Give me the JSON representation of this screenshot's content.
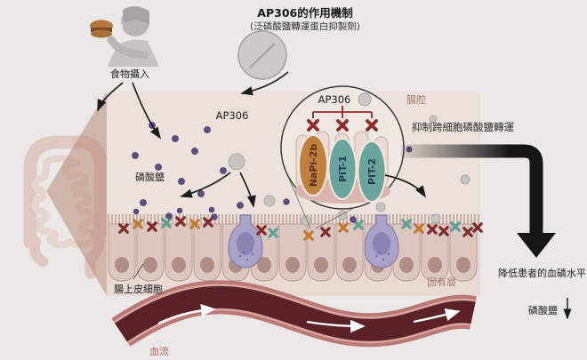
{
  "header": {
    "title": "AP306的作用機制",
    "subtitle": "(泛磷酸鹽轉運蛋白抑製劑)"
  },
  "labels": {
    "food_intake": "食物攝入",
    "ap306_free": "AP306",
    "phosphate": "磷酸鹽",
    "lumen": "腸腔",
    "inhibit_transport": "抑制跨細胞磷酸鹽轉運",
    "epithelial_cell": "腸上皮細胞",
    "lamina_propria": "固有層",
    "blood_flow": "血流",
    "lower_phosphorus": "降低患者的血磷水平",
    "phosphate_down": "磷酸鹽"
  },
  "inset": {
    "drug": "AP306",
    "transporters": [
      {
        "name": "NaPi-2b",
        "color": "#bf8040",
        "text_color": "#5c2f14"
      },
      {
        "name": "PiT-1",
        "color": "#6ba49c",
        "text_color": "#1f3d50"
      },
      {
        "name": "PiT-2",
        "color": "#6ba49c",
        "text_color": "#1f3d50"
      }
    ]
  },
  "colors": {
    "background": "#eae9e7",
    "panel": "#ece2db",
    "magnifier_cone": "#b98a78",
    "inhibit_maroon": "#8e2b2b",
    "napi_orange": "#bf8040",
    "pit_teal": "#6ba49c",
    "vessel_wall": "#b97873",
    "vessel_blood": "#5a2127",
    "tissue_label": "#a97c72",
    "blood_label": "#b2655e",
    "phosphate_dot": "#5d4f82",
    "pill_gray": "#c9c8c6"
  }
}
